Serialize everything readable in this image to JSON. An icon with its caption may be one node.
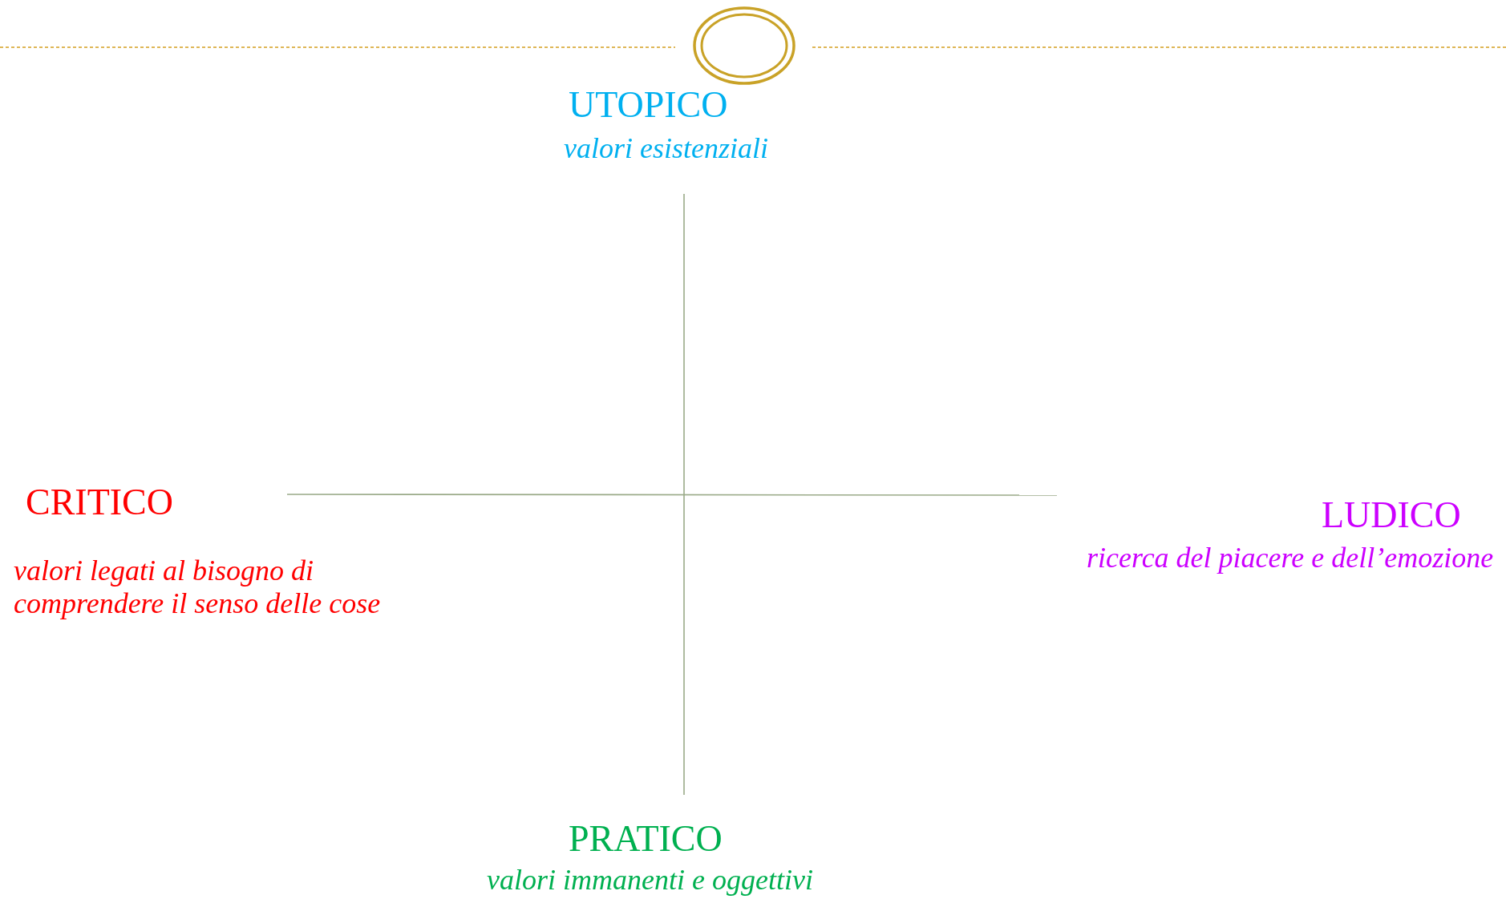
{
  "diagram": {
    "labels": [
      "UTOPICO",
      "valori esistenziali",
      "CRITICO",
      "valori legati al bisogno di comprendere il senso delle cose",
      "LUDICO",
      "ricerca del piacere e dell’emozione",
      "PRATICO",
      "valori immanenti e oggettivi"
    ]
  }
}
